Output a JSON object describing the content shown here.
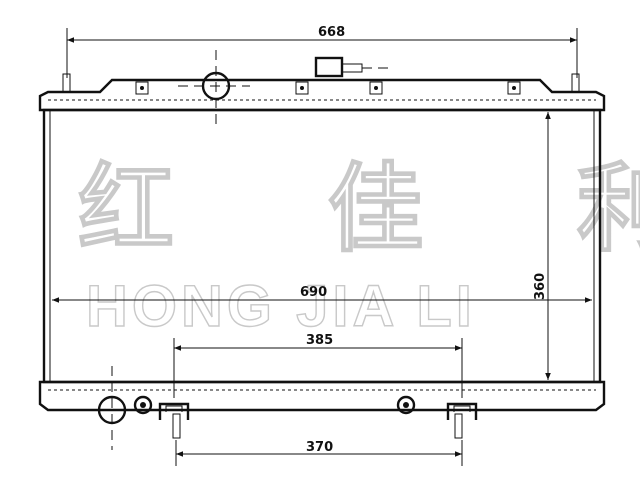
{
  "watermark": {
    "chinese": "红 佳 利",
    "english": "HONG JIA LI"
  },
  "dimensions": {
    "top_width": "668",
    "core_width": "690",
    "core_height": "360",
    "upper_span": "385",
    "lower_span": "370"
  },
  "colors": {
    "line": "#111111",
    "watermark_stroke": "#c9c9c9"
  }
}
